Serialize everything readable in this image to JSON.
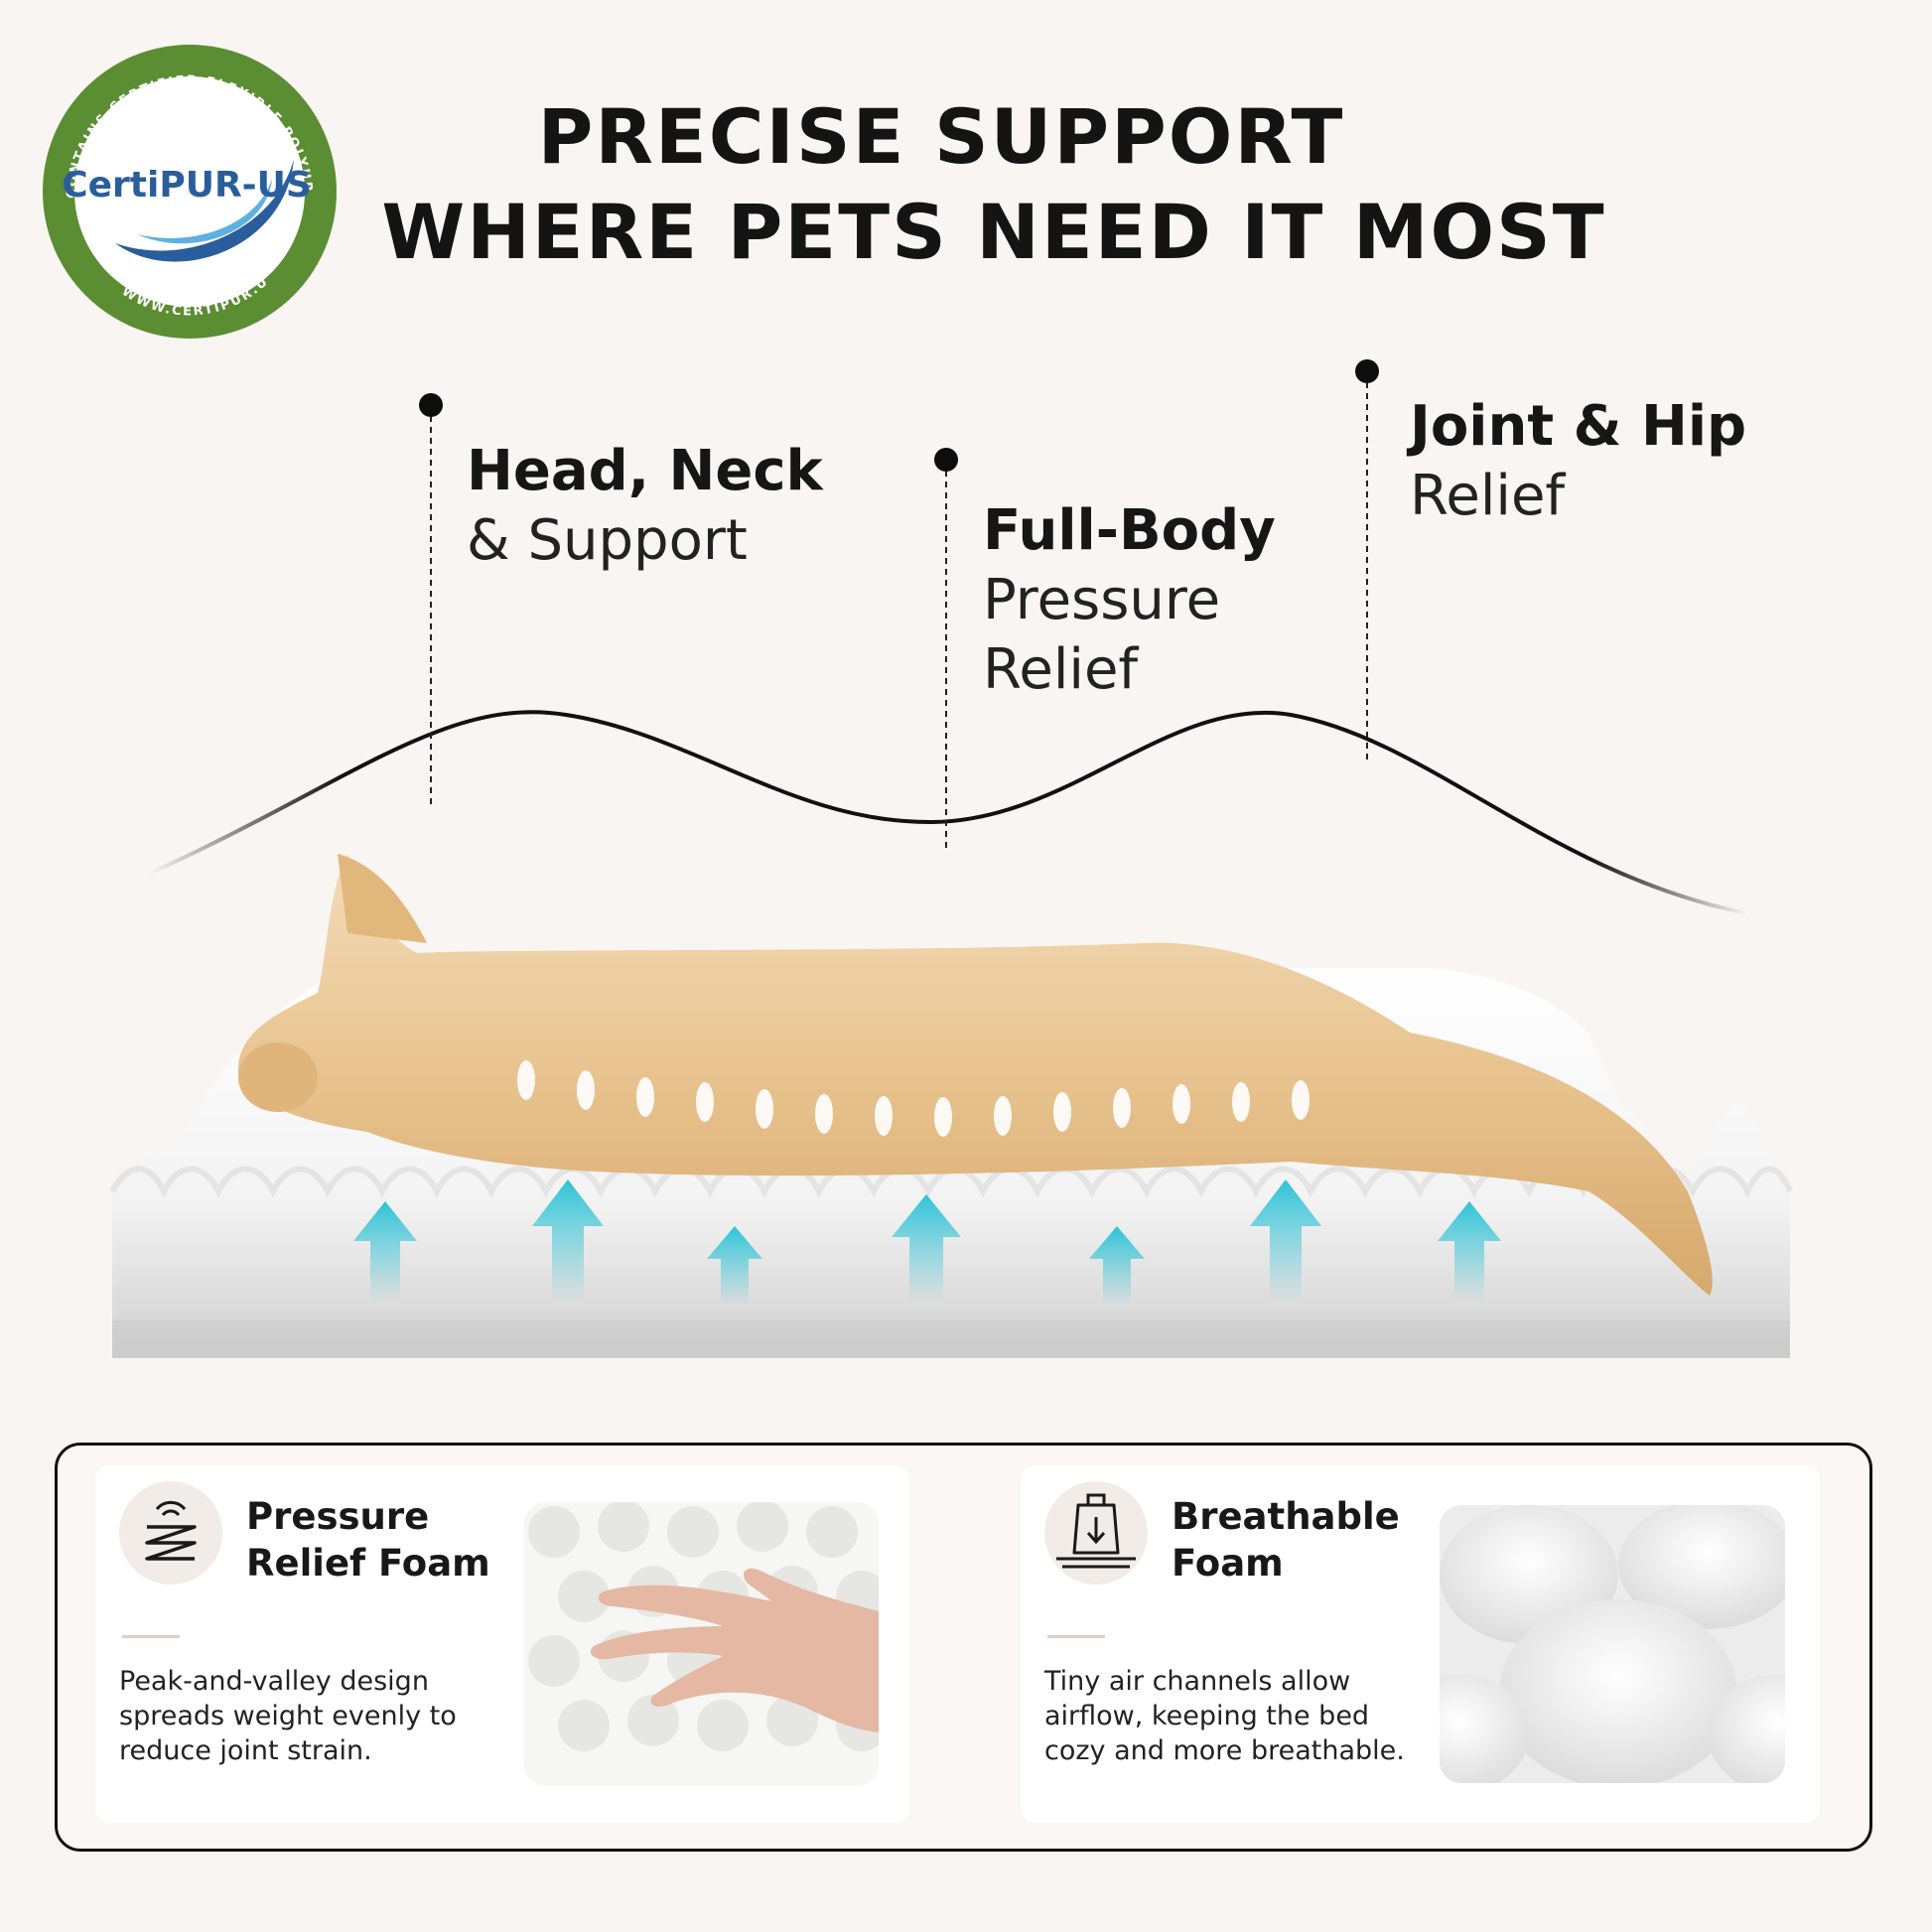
{
  "badge": {
    "brand": "CertiPUR-US",
    "ring_top": "CONTAINS CERTIFIED FLEXIBLE POLYURETHANE FOAM",
    "ring_bottom": "WWW.CERTIPUR.US",
    "colors": {
      "ring": "#5b8d32",
      "text_blue": "#2a5d9b"
    }
  },
  "headline": {
    "line1": "PRECISE SUPPORT",
    "line2": "WHERE PETS NEED IT MOST"
  },
  "callouts": [
    {
      "bold": "Head, Neck",
      "light1": "& Support",
      "light2": ""
    },
    {
      "bold": "Full-Body",
      "light1": "Pressure",
      "light2": "Relief"
    },
    {
      "bold": "Joint & Hip",
      "light1": "Relief",
      "light2": ""
    }
  ],
  "features": [
    {
      "icon": "pressure-spring-icon",
      "title1": "Pressure",
      "title2": "Relief Foam",
      "desc1": "Peak-and-valley design",
      "desc2": "spreads weight evenly to",
      "desc3": "reduce joint strain."
    },
    {
      "icon": "breathable-bag-icon",
      "title1": "Breathable",
      "title2": "Foam",
      "desc1": "Tiny air channels allow",
      "desc2": "airflow, keeping the bed",
      "desc3": "cozy and more breathable."
    }
  ],
  "colors": {
    "background": "#f8f5f2",
    "arrow": "#3cc6d8",
    "cat_fur": "#e9c48f",
    "foam": "#ffffff"
  }
}
